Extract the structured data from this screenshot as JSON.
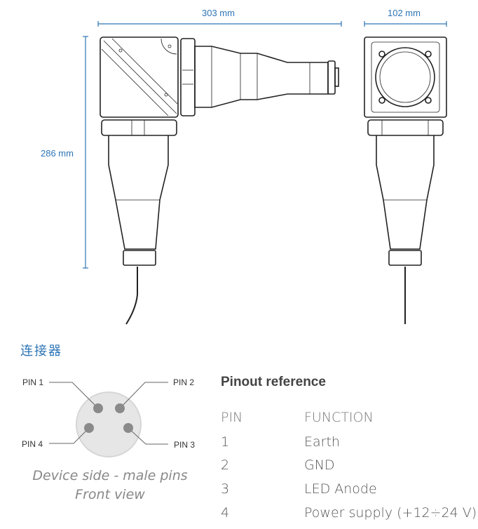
{
  "dimensions": {
    "width": "303 mm",
    "depth": "102 mm",
    "height": "286 mm"
  },
  "connector": {
    "heading": "连接器",
    "pins": [
      "PIN 1",
      "PIN 2",
      "PIN 3",
      "PIN 4"
    ],
    "caption_line1": "Device side - male pins",
    "caption_line2": "Front view"
  },
  "pinout": {
    "title": "Pinout reference",
    "headers": [
      "PIN",
      "FUNCTION"
    ],
    "rows": [
      {
        "pin": "1",
        "function": "Earth"
      },
      {
        "pin": "2",
        "function": "GND"
      },
      {
        "pin": "3",
        "function": "LED Anode"
      },
      {
        "pin": "4",
        "function": "Power supply (+12÷24 V)"
      }
    ]
  },
  "colors": {
    "accent": "#2e75b6"
  }
}
